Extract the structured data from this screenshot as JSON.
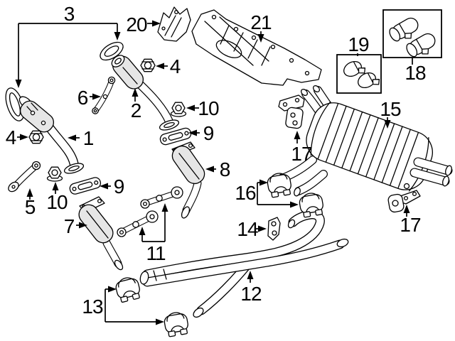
{
  "diagram": {
    "kind": "exploded-parts-diagram",
    "subject": "vehicle exhaust system",
    "background_color": "#ffffff",
    "line_color": "#000000",
    "shade_color": "#e6e6e6",
    "callouts": {
      "c1": "1",
      "c2": "2",
      "c3": "3",
      "c4_left": "4",
      "c4_right": "4",
      "c5": "5",
      "c6": "6",
      "c7": "7",
      "c8": "8",
      "c9_left": "9",
      "c9_right": "9",
      "c10_left": "10",
      "c10_right": "10",
      "c11": "11",
      "c12": "12",
      "c13": "13",
      "c14": "14",
      "c15": "15",
      "c16": "16",
      "c17_top": "17",
      "c17_bottom": "17",
      "c18": "18",
      "c19": "19",
      "c20": "20",
      "c21": "21"
    }
  }
}
